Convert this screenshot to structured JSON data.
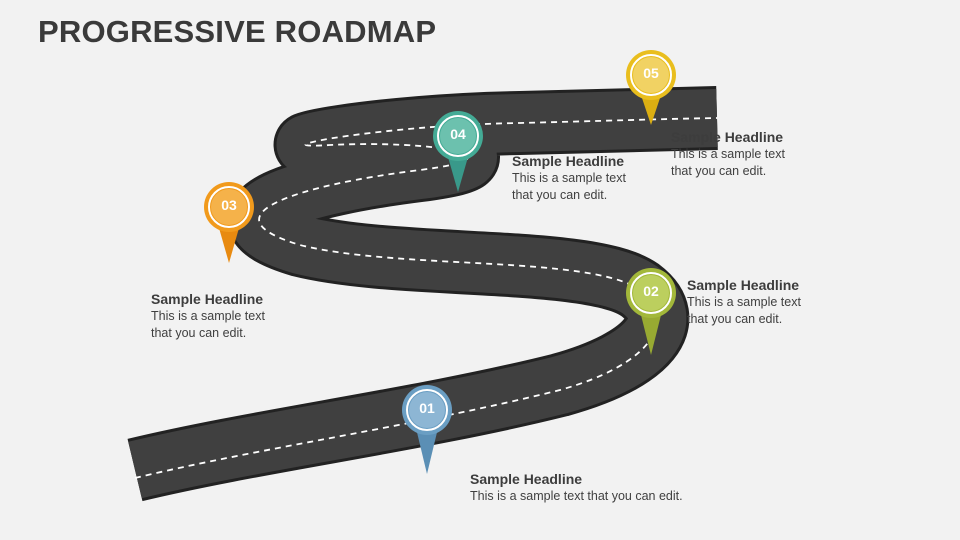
{
  "title": "PROGRESSIVE ROADMAP",
  "milestones": [
    {
      "number": "01",
      "headline": "Sample Headline",
      "text": "This is a sample text that you can edit.",
      "color": "#6a9ec3"
    },
    {
      "number": "02",
      "headline": "Sample Headline",
      "text": "This is a sample text that you can edit.",
      "color": "#a3b83a"
    },
    {
      "number": "03",
      "headline": "Sample Headline",
      "text": "This is a sample text that you can edit.",
      "color": "#f19a1c"
    },
    {
      "number": "04",
      "headline": "Sample Headline",
      "text": "This is a sample text that you can edit.",
      "color": "#44ab96"
    },
    {
      "number": "05",
      "headline": "Sample Headline",
      "text": "This is a sample text that you can edit.",
      "color": "#e9be1e"
    }
  ],
  "colors": {
    "road": "#3f3f3f",
    "road_edge": "#222222",
    "background": "#f2f2f2",
    "title": "#3a3a3a"
  }
}
